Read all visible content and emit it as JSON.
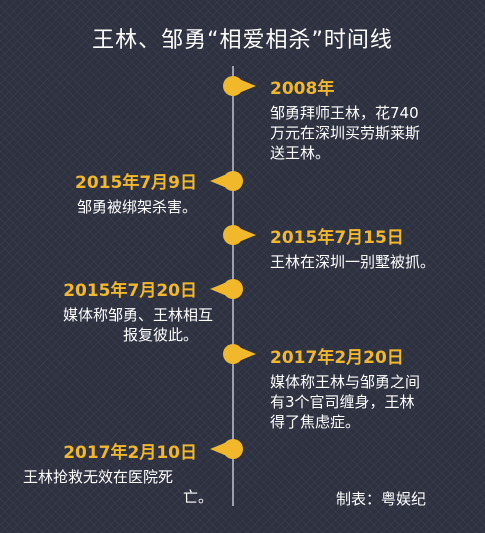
{
  "title": "王林、邹勇“相爱相杀”时间线",
  "events": [
    {
      "date": "2008年",
      "lines": [
        "邹勇拜师王林，花740",
        "万元在深圳买劳斯莱斯",
        "送王林。"
      ]
    },
    {
      "date": "2015年7月9日",
      "lines": [
        "邹勇被绑架杀害。"
      ]
    },
    {
      "date": "2015年7月15日",
      "lines": [
        "王林在深圳一别墅被抓。"
      ]
    },
    {
      "date": "2015年7月20日",
      "lines": [
        "媒体称邹勇、王林相互",
        "报复彼此。"
      ]
    },
    {
      "date": "2017年2月20日",
      "lines": [
        "媒体称王林与邹勇之间",
        "有3个官司缠身，王林",
        "得了焦虑症。"
      ]
    },
    {
      "date": "2017年2月10日",
      "lines": [
        "王林抢救无效在医院死",
        "亡。"
      ]
    }
  ],
  "credit": "制表：粤娱纪",
  "colors": {
    "background": "#2d3140",
    "accent": "#f2b82b",
    "axis": "#9b9fb0",
    "text": "#ffffff"
  }
}
